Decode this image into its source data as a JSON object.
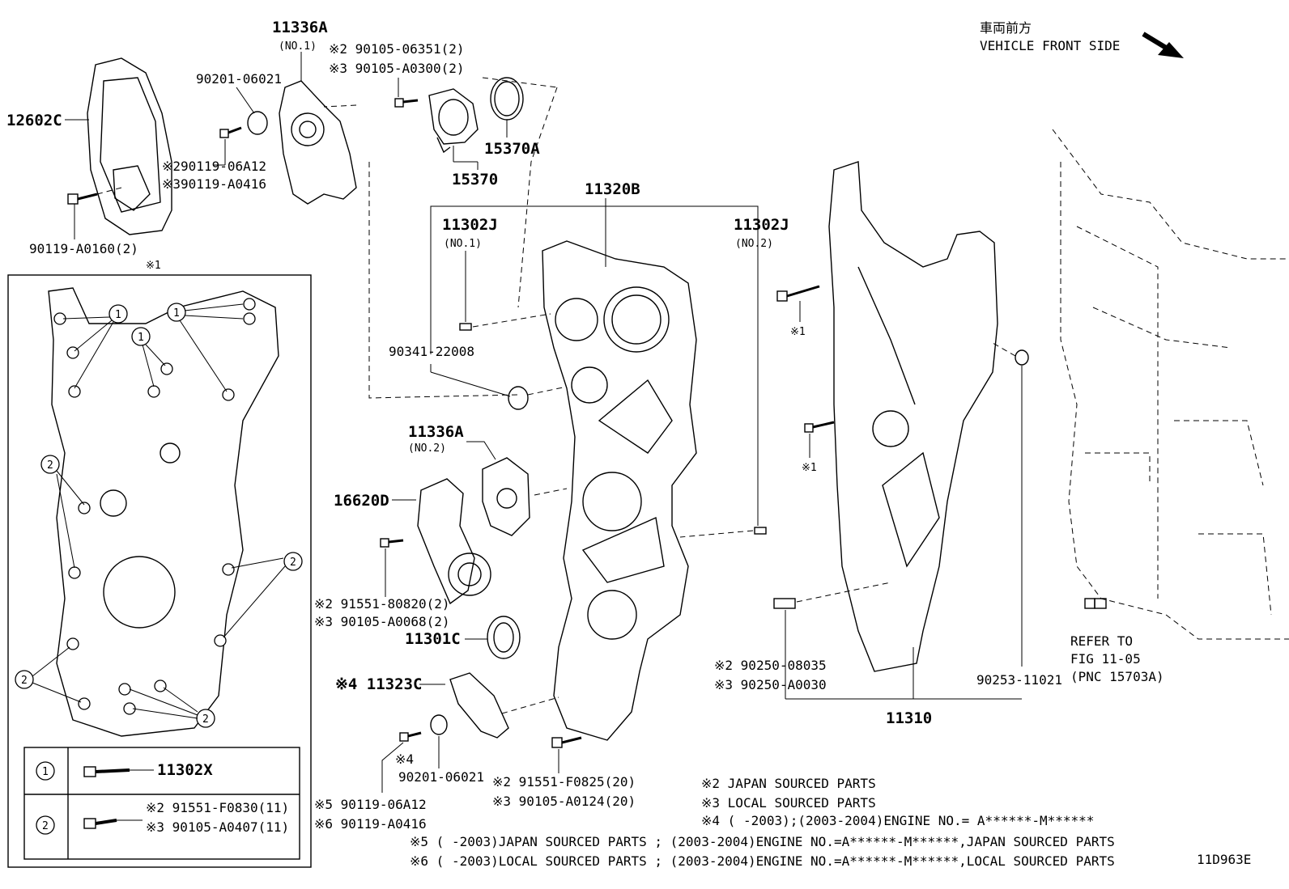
{
  "header": {
    "front_jp": "車両前方",
    "front_en": "VEHICLE FRONT SIDE",
    "figure_code": "11D963E"
  },
  "callouts": {
    "c12602C": "12602C",
    "c11336A_1": "11336A",
    "no1_a": "(NO.1)",
    "c90201_top": "90201-06021",
    "c90105_06351": "※2 90105-06351(2)",
    "c90105_A0300": "※3 90105-A0300(2)",
    "c90119_06A12_top": "※290119-06A12",
    "c90119_A0416_top": "※390119-A0416",
    "c90119_A0160": "90119-A0160(2)",
    "mark1_top": "※1",
    "c15370A": "15370A",
    "c15370": "15370",
    "c11320B": "11320B",
    "c11302J_1": "11302J",
    "no1_b": "(NO.1)",
    "c11302J_2": "11302J",
    "no2_a": "(NO.2)",
    "c90341": "90341-22008",
    "c11336A_2": "11336A",
    "no2_b": "(NO.2)",
    "c16620D": "16620D",
    "c91551_80820": "※2 91551-80820(2)",
    "c90105_A0068": "※3 90105-A0068(2)",
    "c11301C": "11301C",
    "c11323C": "※4 11323C",
    "c90119_06A12_bot": "※4",
    "c90201_bot": "90201-06021",
    "c90119_06A12_b": "※5 90119-06A12",
    "c90119_A0416_b": "※6 90119-A0416",
    "c91551_F0825": "※2 91551-F0825(20)",
    "c90105_A0124": "※3 90105-A0124(20)",
    "mark1_a": "※1",
    "mark1_b": "※1",
    "c90250_08035": "※2 90250-08035",
    "c90250_A0030": "※3 90250-A0030",
    "c90253": "90253-11021",
    "c11310": "11310",
    "refer1": "REFER TO",
    "refer2": "FIG 11-05",
    "refer3": "(PNC 15703A)"
  },
  "inset": {
    "n1": "1",
    "n2": "2",
    "row1_part": "11302X",
    "row2_line1": "※2 91551-F0830(11)",
    "row2_line2": "※3 90105-A0407(11)"
  },
  "legend": {
    "l2": "※2 JAPAN SOURCED PARTS",
    "l3": "※3 LOCAL SOURCED PARTS",
    "l4": "※4 (      -2003);(2003-2004)ENGINE NO.= A******-M******",
    "l5": "※5 (      -2003)JAPAN SOURCED PARTS ; (2003-2004)ENGINE NO.=A******-M******,JAPAN SOURCED PARTS",
    "l6": "※6 (      -2003)LOCAL SOURCED PARTS ; (2003-2004)ENGINE NO.=A******-M******,LOCAL SOURCED PARTS"
  }
}
